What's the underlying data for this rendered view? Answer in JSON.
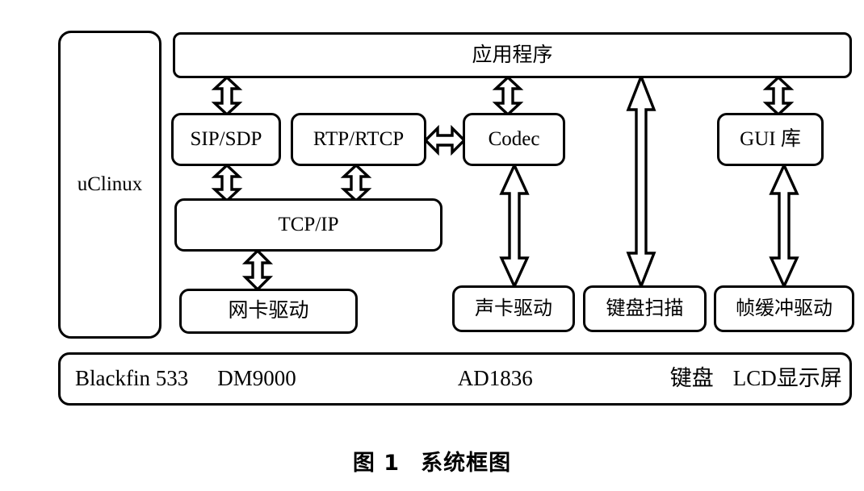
{
  "figure": {
    "caption_label": "图 1",
    "caption_title": "系统框图"
  },
  "blocks": {
    "os": {
      "label": "uClinux"
    },
    "application": {
      "label": "应用程序"
    },
    "sip": {
      "label": "SIP/SDP"
    },
    "rtp": {
      "label": "RTP/RTCP"
    },
    "codec": {
      "label": "Codec"
    },
    "gui": {
      "label": "GUI 库"
    },
    "tcpip": {
      "label": "TCP/IP"
    },
    "nic_driver": {
      "label": "网卡驱动"
    },
    "sound_driver": {
      "label": "声卡驱动"
    },
    "keyboard_scan": {
      "label": "键盘扫描"
    },
    "framebuffer_driver": {
      "label": "帧缓冲驱动"
    }
  },
  "hardware": {
    "items": [
      {
        "label": "Blackfin 533"
      },
      {
        "label": "DM9000"
      },
      {
        "label": "AD1836"
      },
      {
        "label": "键盘"
      },
      {
        "label": "LCD显示屏"
      }
    ]
  },
  "style": {
    "line_color": "#000000",
    "background": "#ffffff"
  },
  "connections": [
    {
      "from": "application",
      "to": "sip",
      "kind": "bidirectional"
    },
    {
      "from": "application",
      "to": "codec",
      "kind": "bidirectional"
    },
    {
      "from": "application",
      "to": "keyboard_scan",
      "kind": "bidirectional"
    },
    {
      "from": "application",
      "to": "gui",
      "kind": "bidirectional"
    },
    {
      "from": "rtp",
      "to": "codec",
      "kind": "bidirectional"
    },
    {
      "from": "sip",
      "to": "tcpip",
      "kind": "bidirectional"
    },
    {
      "from": "rtp",
      "to": "tcpip",
      "kind": "bidirectional"
    },
    {
      "from": "tcpip",
      "to": "nic_driver",
      "kind": "bidirectional"
    },
    {
      "from": "codec",
      "to": "sound_driver",
      "kind": "bidirectional"
    },
    {
      "from": "gui",
      "to": "framebuffer_driver",
      "kind": "bidirectional"
    }
  ]
}
